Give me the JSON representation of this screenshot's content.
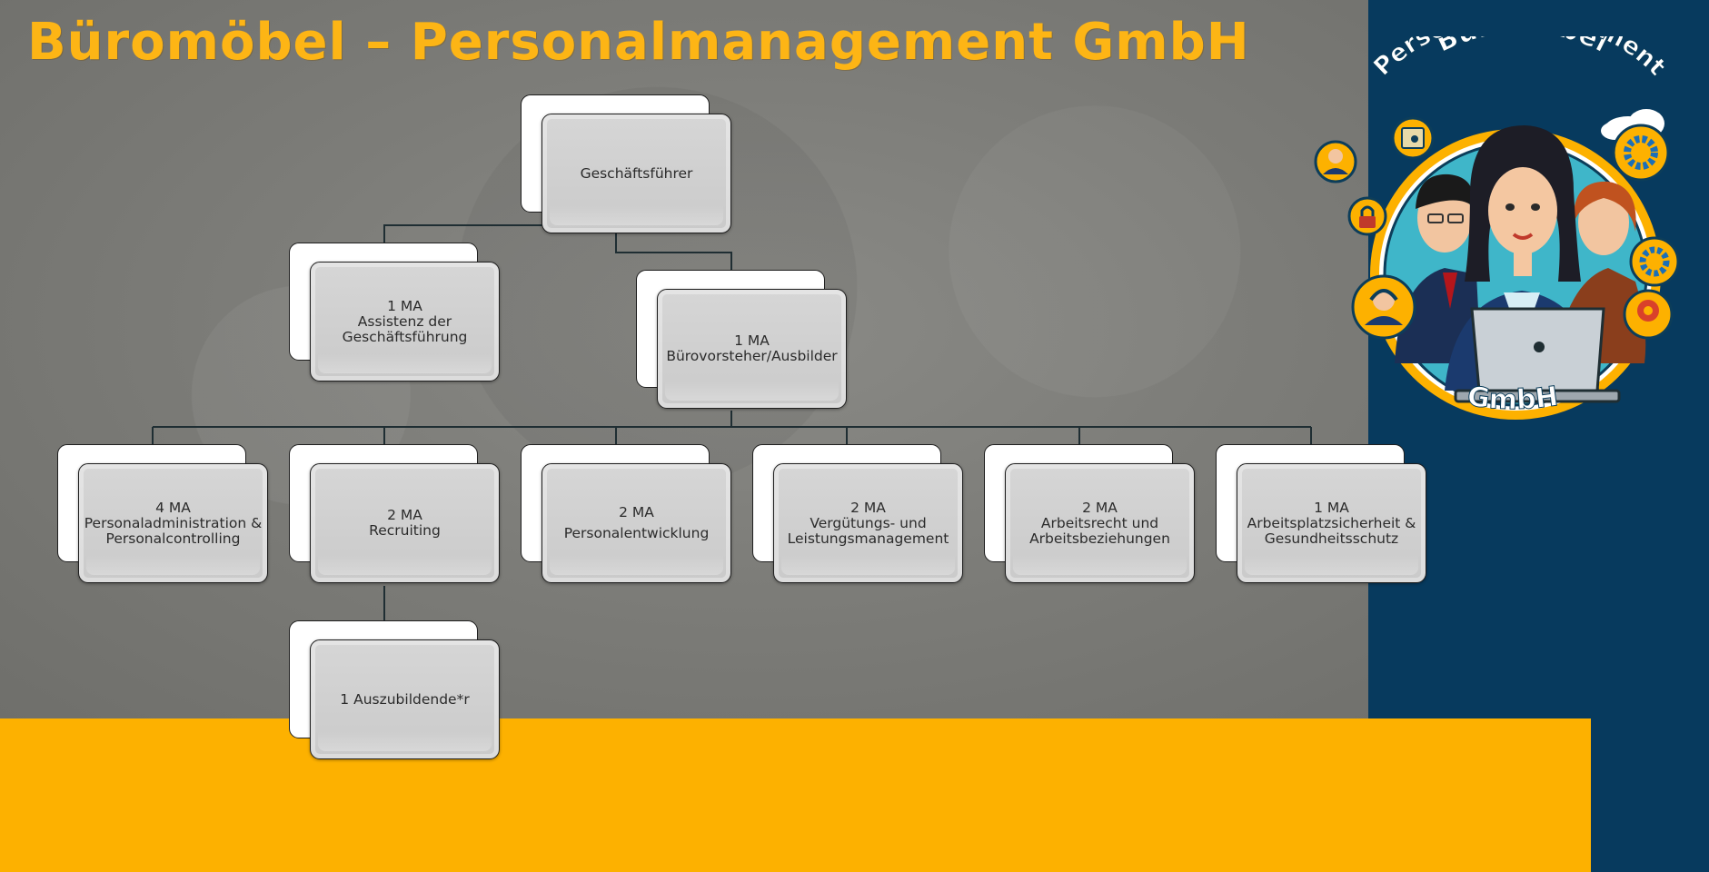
{
  "title": "Büromöbel – Personalmanagement GmbH",
  "colors": {
    "title": "#fdb515",
    "gray_panel": "#7d7d79",
    "navy_panel": "#073a5e",
    "yellow_band": "#fdb100",
    "node_fill": "#cfcfcf",
    "node_border": "#1e1e1e",
    "connector": "#1f2e33"
  },
  "org": {
    "ceo": {
      "lines": [
        "Geschäftsführer"
      ]
    },
    "assistant": {
      "lines": [
        "1 MA",
        "Assistenz der",
        "Geschäftsführung"
      ]
    },
    "office_manager": {
      "lines": [
        "1 MA",
        "Bürovorsteher/Ausbilder"
      ]
    },
    "departments": [
      {
        "lines": [
          "4 MA",
          "Personaladministration &",
          "Personalcontrolling"
        ]
      },
      {
        "lines": [
          "2 MA",
          "Recruiting"
        ]
      },
      {
        "lines": [
          "2 MA",
          "Personalentwicklung"
        ]
      },
      {
        "lines": [
          "2 MA",
          "Vergütungs- und",
          "Leistungsmanagement"
        ]
      },
      {
        "lines": [
          "2 MA",
          "Arbeitsrecht und",
          "Arbeitsbeziehungen"
        ]
      },
      {
        "lines": [
          "1 MA",
          "Arbeitsplatzsicherheit &",
          "Gesundheitsschutz"
        ]
      }
    ],
    "trainee": {
      "lines": [
        "1 Auszubildende*r"
      ]
    }
  },
  "logo": {
    "name_line1": "Büromöbel",
    "name_line2": "Personalmanagement",
    "name_line3": "GmbH",
    "icons": [
      "user-icon",
      "safe-icon",
      "lock-icon",
      "headset-user-icon",
      "gear-icon",
      "gear-icon",
      "location-icon",
      "cloud-icon",
      "laptop-icon"
    ]
  }
}
